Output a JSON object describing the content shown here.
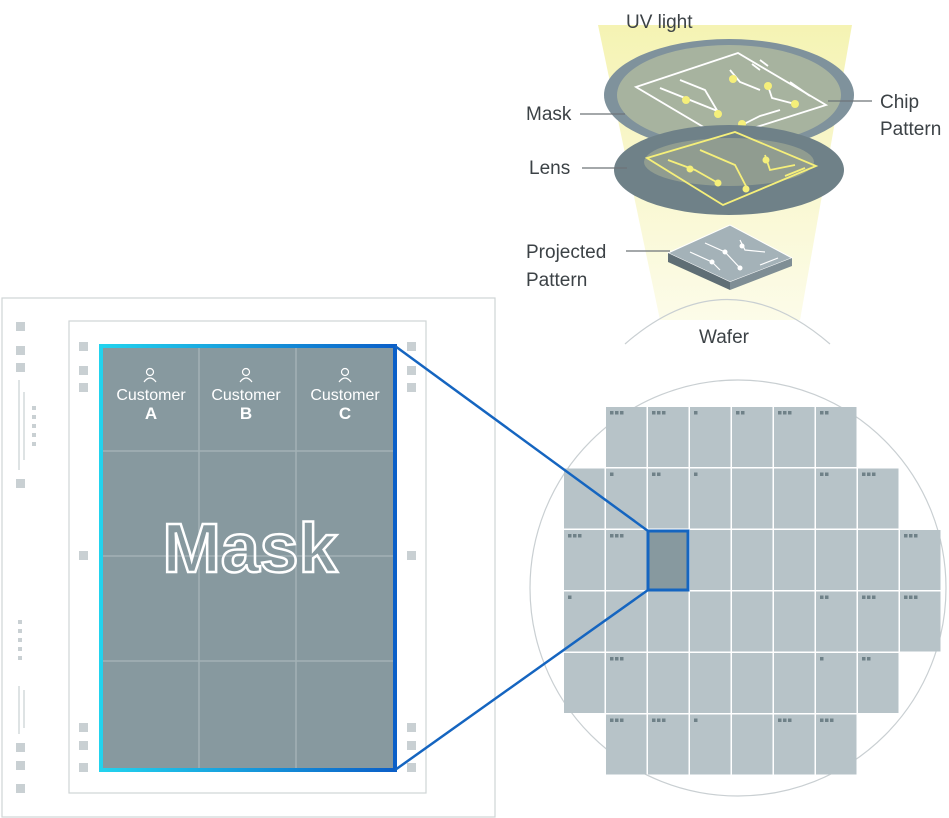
{
  "labels": {
    "uv_light": "UV light",
    "mask": "Mask",
    "chip_pattern_line1": "Chip",
    "chip_pattern_line2": "Pattern",
    "lens": "Lens",
    "projected_line1": "Projected",
    "projected_line2": "Pattern",
    "wafer": "Wafer"
  },
  "mask_panel": {
    "title": "Mask",
    "customers": [
      {
        "line1": "Customer",
        "line2": "A"
      },
      {
        "line1": "Customer",
        "line2": "B"
      },
      {
        "line1": "Customer",
        "line2": "C"
      }
    ]
  },
  "colors": {
    "uv_beam": "#f3f1a6",
    "mask_disc": "#7f929c",
    "lens_disc": "#6f8188",
    "pattern_yellow": "#f5ef7a",
    "mask_cell": "#87999f",
    "wafer_die": "#b7c3c8",
    "border_gradient_start": "#22d3ee",
    "border_gradient_end": "#0b5fc8",
    "connector_blue": "#1565c0"
  }
}
